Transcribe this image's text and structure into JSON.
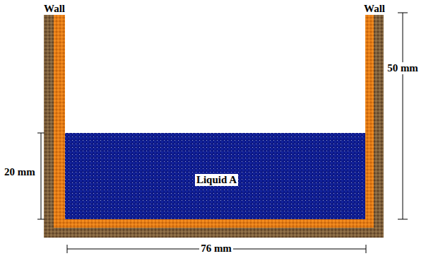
{
  "diagram": {
    "nodes": [
      {
        "text": [
          "Liquid A"
        ]
      }
    ],
    "labels": [
      "Wall",
      "Wall",
      "50 mm",
      "20 mm",
      "76 mm"
    ]
  }
}
